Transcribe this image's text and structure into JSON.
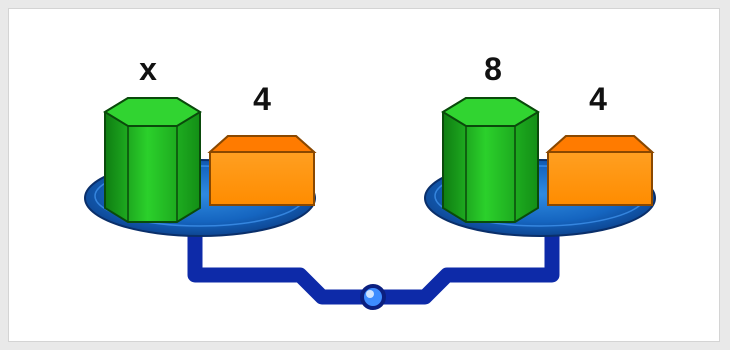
{
  "labels": {
    "left_cylinder": "x",
    "left_block": "4",
    "right_cylinder": "8",
    "right_block": "4"
  },
  "colors": {
    "cylinder": "#22b422",
    "block": "#ff9a1a",
    "plate": "#1565c0",
    "frame": "#0d2aa8"
  }
}
